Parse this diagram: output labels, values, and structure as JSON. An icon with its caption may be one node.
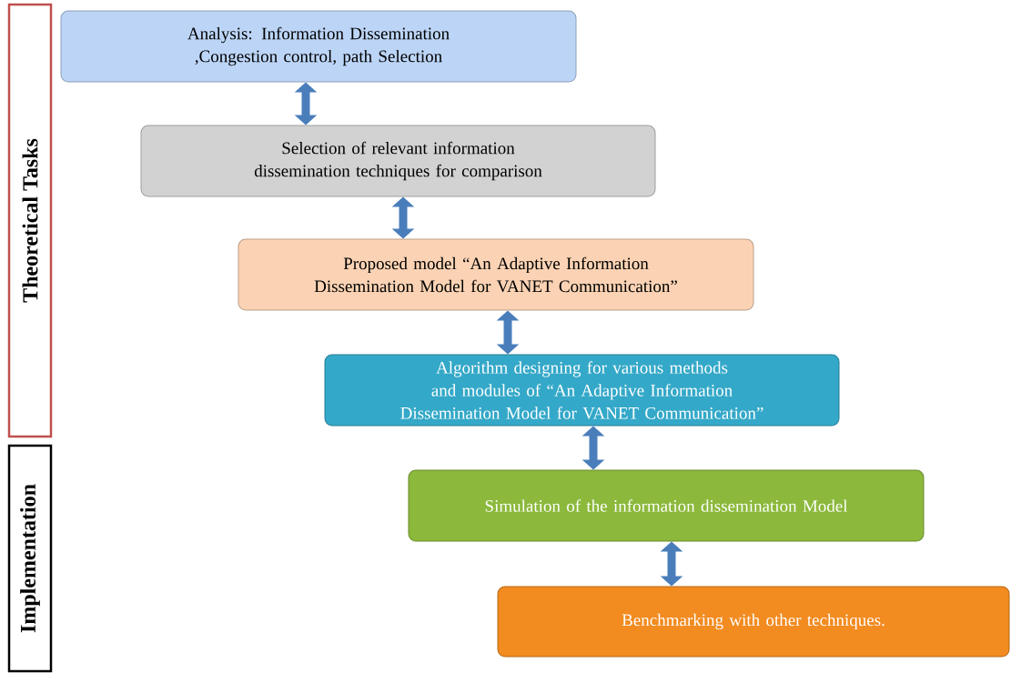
{
  "diagram": {
    "nodes": [
      {
        "text": [
          "Theoretical Tasks"
        ]
      },
      {
        "text": [
          "Implementation"
        ]
      },
      {
        "text": [
          "Analysis: Information Dissemination ,Congestion control, path Selection"
        ]
      },
      {
        "text": [
          "Selection of relevant information dissemination techniques for comparison"
        ]
      },
      {
        "text": [
          "Proposed model “An Adaptive Information Dissemination Model for VANET Communication”"
        ]
      },
      {
        "text": [
          "Algorithm designing for various methods and modules of “An Adaptive Information Dissemination Model for VANET Communication”"
        ]
      },
      {
        "text": [
          "Simulation  of the information dissemination Model"
        ]
      },
      {
        "text": [
          "Benchmarking with other techniques."
        ]
      }
    ],
    "edges": [
      {
        "from": 2,
        "to": 3,
        "arrow": "both"
      },
      {
        "from": 3,
        "to": 4,
        "arrow": "both"
      },
      {
        "from": 4,
        "to": 5,
        "arrow": "both"
      },
      {
        "from": 5,
        "to": 6,
        "arrow": "both"
      },
      {
        "from": 6,
        "to": 7,
        "arrow": "both"
      }
    ]
  }
}
